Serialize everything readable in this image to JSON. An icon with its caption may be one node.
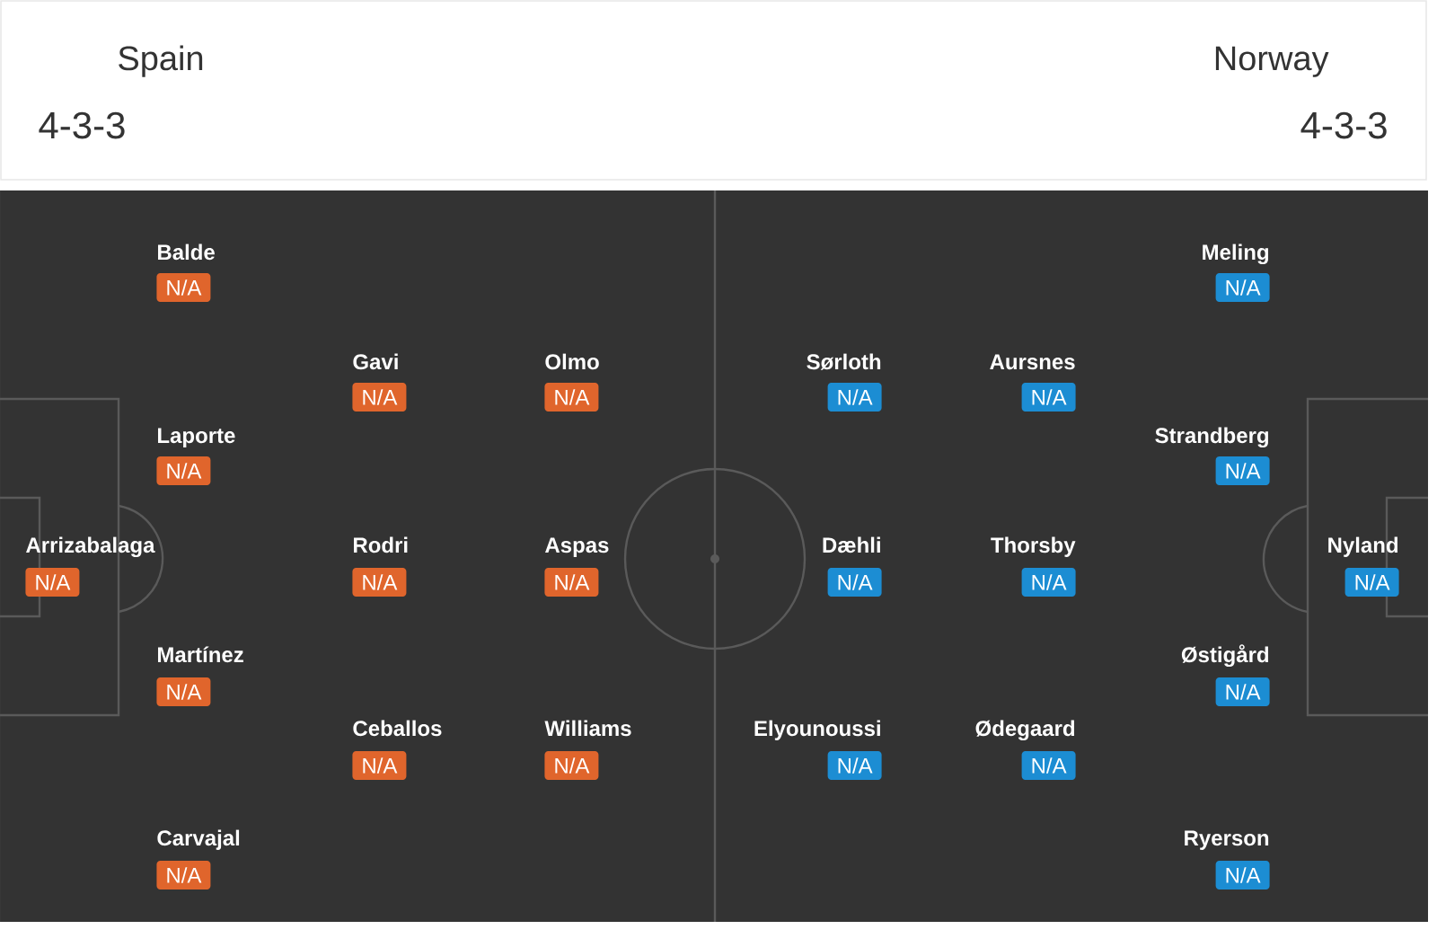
{
  "diagram": {
    "nodes": [
      {
        "text": [
          "Balde",
          "N/A"
        ]
      },
      {
        "text": [
          "Meling",
          "N/A"
        ]
      },
      {
        "text": [
          "Gavi",
          "N/A"
        ]
      },
      {
        "text": [
          "Olmo",
          "N/A"
        ]
      },
      {
        "text": [
          "Sørloth",
          "N/A"
        ]
      },
      {
        "text": [
          "Aursnes",
          "N/A"
        ]
      },
      {
        "text": [
          "Laporte",
          "N/A"
        ]
      },
      {
        "text": [
          "Strandberg",
          "N/A"
        ]
      },
      {
        "text": [
          "Arrizabalaga",
          "N/A"
        ]
      },
      {
        "text": [
          "Rodri",
          "N/A"
        ]
      },
      {
        "text": [
          "Aspas",
          "N/A"
        ]
      },
      {
        "text": [
          "Dæhli",
          "N/A"
        ]
      },
      {
        "text": [
          "Thorsby",
          "N/A"
        ]
      },
      {
        "text": [
          "Nyland",
          "N/A"
        ]
      },
      {
        "text": [
          "Martínez",
          "N/A"
        ]
      },
      {
        "text": [
          "Østigård",
          "N/A"
        ]
      },
      {
        "text": [
          "Ceballos",
          "N/A"
        ]
      },
      {
        "text": [
          "Williams",
          "N/A"
        ]
      },
      {
        "text": [
          "Elyounoussi",
          "N/A"
        ]
      },
      {
        "text": [
          "Ødegaard",
          "N/A"
        ]
      },
      {
        "text": [
          "Carvajal",
          "N/A"
        ]
      },
      {
        "text": [
          "Ryerson",
          "N/A"
        ]
      }
    ],
    "labels": [
      "Spain",
      "Norway",
      "4-3-3",
      "4-3-3"
    ]
  }
}
